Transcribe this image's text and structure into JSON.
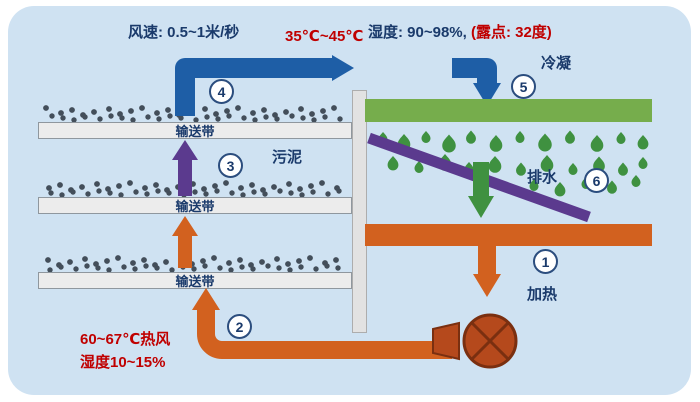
{
  "top_labels": {
    "wind_speed": "风速: 0.5~1米/秒",
    "temperature": "35℃~45℃",
    "humidity": "湿度: 90~98%,",
    "dew_point": "(露点: 32度)"
  },
  "belts": [
    {
      "label": "输送带"
    },
    {
      "label": "输送带"
    },
    {
      "label": "输送带"
    }
  ],
  "labels": {
    "sludge": "污泥",
    "condense": "冷凝",
    "drain": "排水",
    "heat": "加热"
  },
  "bottom_labels": {
    "hot_air_temp": "60~67℃热风",
    "hot_air_humidity": "湿度10~15%"
  },
  "steps": [
    "1",
    "2",
    "3",
    "4",
    "5",
    "6"
  ],
  "colors": {
    "panel_bg": "#cfe2f2",
    "navy_text": "#1a3a6b",
    "red_text": "#c00000",
    "blue_arrow": "#1e5ea6",
    "purple": "#5b3a8e",
    "orange": "#d2611f",
    "green_bar": "#76ad4c",
    "green": "#3f9140",
    "dots": "#434e5a"
  }
}
